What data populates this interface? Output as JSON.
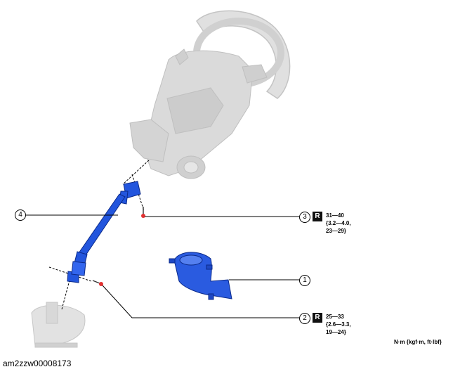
{
  "callouts": [
    {
      "number": "1"
    },
    {
      "number": "2",
      "badge": "R",
      "torque": [
        "25—33",
        "{2.6—3.3,",
        "19—24}"
      ]
    },
    {
      "number": "3",
      "badge": "R",
      "torque": [
        "31—40",
        "{3.2—4.0,",
        "23—29}"
      ]
    },
    {
      "number": "4"
    }
  ],
  "units_label": "N·m {kgf·m, ft·lbf}",
  "image_code": "am2zzw00008173",
  "colors": {
    "part_highlight": "#2255dd",
    "part_ghost": "#d8d8d8",
    "bolt": "#e23030"
  }
}
